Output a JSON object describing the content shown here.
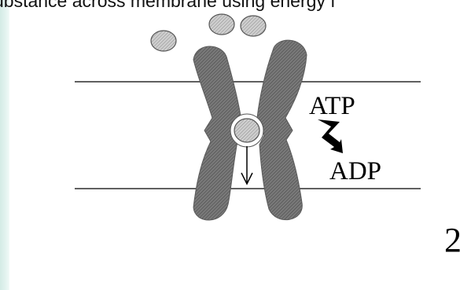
{
  "caption": "ubstance across membrane using energy f",
  "labels": {
    "atp": "ATP",
    "adp": "ADP",
    "corner_glyph": "2"
  },
  "colors": {
    "protein_fill": "#6d6d6d",
    "particle_fill": "#b9b9b9",
    "stroke": "#000000",
    "background": "#ffffff",
    "left_strip": "#d4ebe6"
  },
  "icons": {
    "arrow_down": "down-arrow-icon",
    "atp_conversion": "lightning-arrow-icon"
  }
}
